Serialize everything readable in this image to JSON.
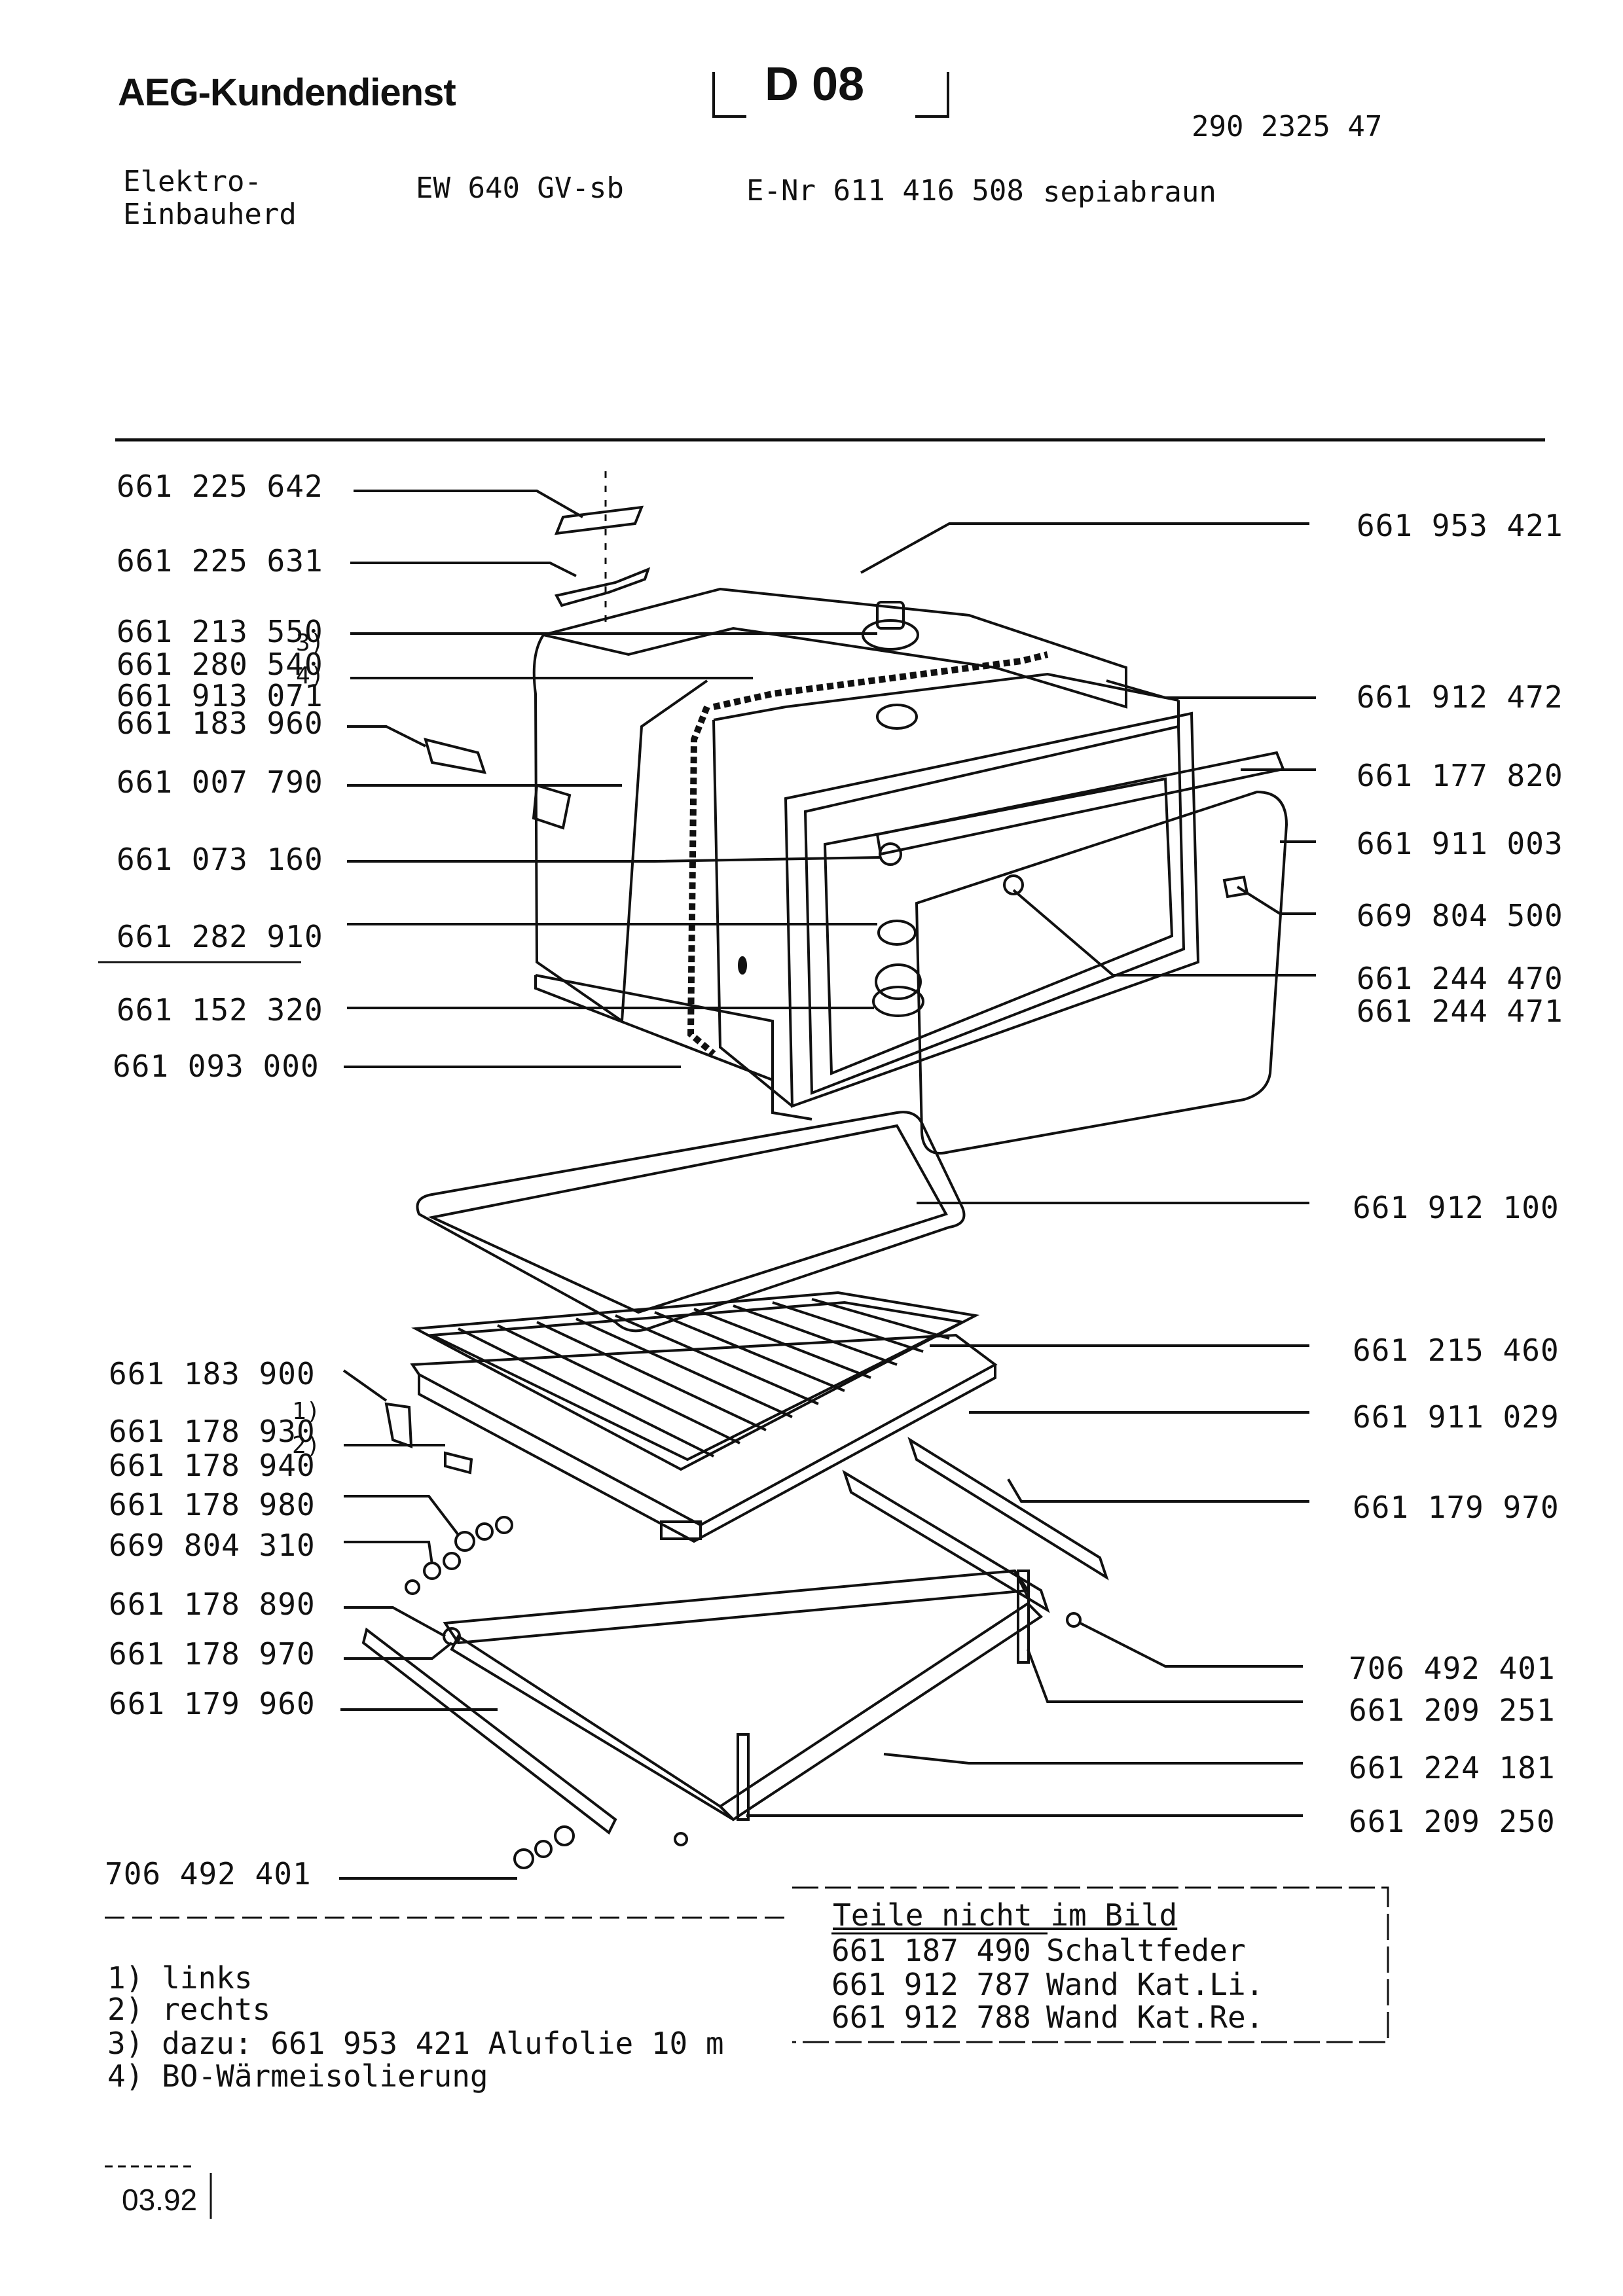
{
  "header": {
    "brand": "AEG-Kundendienst",
    "section_code": "D 08",
    "doc_number": "290 2325 47",
    "product_type_line1": "Elektro-",
    "product_type_line2": "Einbauherd",
    "model": "EW 640 GV-sb",
    "enr": "E-Nr 611 416 508",
    "color": "sepiabraun"
  },
  "parts_left": [
    {
      "number": "661 225 642"
    },
    {
      "number": "661 225 631"
    },
    {
      "number": "661 213 550",
      "note": "3)"
    },
    {
      "number": "661 280 540",
      "note": "4)"
    },
    {
      "number": "661 913 071"
    },
    {
      "number": "661 183 960"
    },
    {
      "number": "661 007 790"
    },
    {
      "number": "661 073 160"
    },
    {
      "number": "661 282 910"
    },
    {
      "number": "661 152 320"
    },
    {
      "number": "661 093 000"
    },
    {
      "number": "661 183 900"
    },
    {
      "number": "661 178 930",
      "note": "1)"
    },
    {
      "number": "661 178 940",
      "note": "2)"
    },
    {
      "number": "661 178 980"
    },
    {
      "number": "669 804 310"
    },
    {
      "number": "661 178 890"
    },
    {
      "number": "661 178 970"
    },
    {
      "number": "661 179 960"
    },
    {
      "number": "706 492 401"
    }
  ],
  "parts_right": [
    {
      "number": "661 953 421"
    },
    {
      "number": "661 912 472"
    },
    {
      "number": "661 177 820"
    },
    {
      "number": "661 911 003"
    },
    {
      "number": "669 804 500"
    },
    {
      "number": "661 244 470"
    },
    {
      "number": "661 244 471"
    },
    {
      "number": "661 912 100"
    },
    {
      "number": "661 215 460"
    },
    {
      "number": "661 911 029"
    },
    {
      "number": "661 179 970"
    },
    {
      "number": "706 492 401"
    },
    {
      "number": "661 209 251"
    },
    {
      "number": "661 224 181"
    },
    {
      "number": "661 209 250"
    }
  ],
  "not_shown": {
    "title": "Teile nicht im Bild",
    "items": [
      {
        "number": "661 187 490",
        "desc": "Schaltfeder"
      },
      {
        "number": "661 912 787",
        "desc": "Wand Kat.Li."
      },
      {
        "number": "661 912 788",
        "desc": "Wand Kat.Re."
      }
    ]
  },
  "footnotes": [
    "1) links",
    "2) rechts",
    "3) dazu: 661 953 421 Alufolie 10 m",
    "4) BO-Wärmeisolierung"
  ],
  "date": "03.92"
}
